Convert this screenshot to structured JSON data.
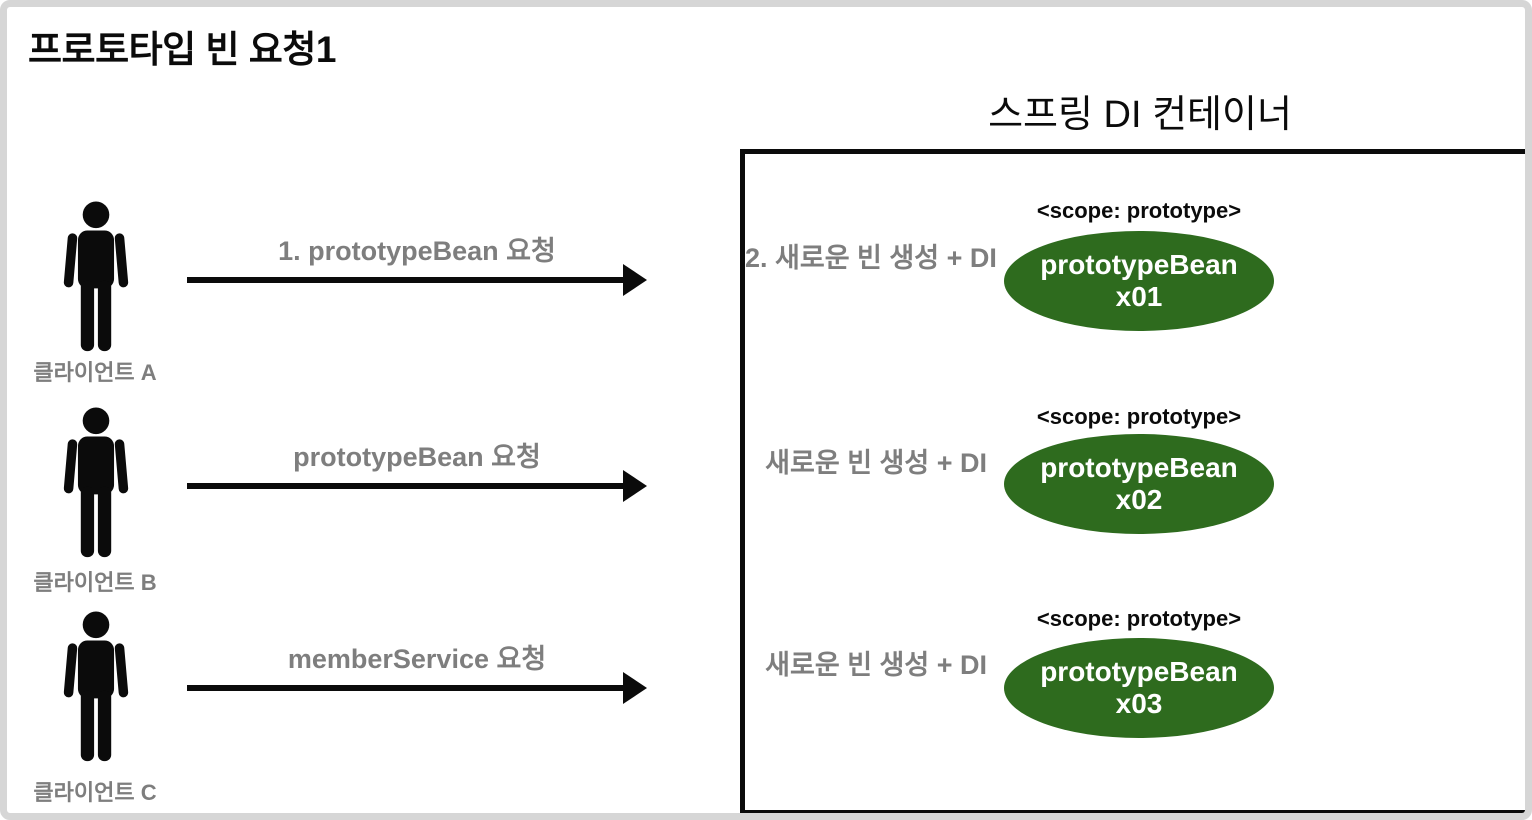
{
  "title": "프로토타입 빈 요청1",
  "container": {
    "title": "스프링 DI 컨테이너"
  },
  "colors": {
    "bean_green": "#2E6B1E",
    "label_gray": "#7E7E7E",
    "frame_gray": "#D6D6D6",
    "ink": "#0B0B0B"
  },
  "rows": [
    {
      "client_label": "클라이언트 A",
      "arrow_label": "1. prototypeBean 요청",
      "creation_label": "2. 새로운 빈 생성 + DI",
      "scope_label": "<scope: prototype>",
      "bean_name": "prototypeBean",
      "bean_instance": "x01"
    },
    {
      "client_label": "클라이언트 B",
      "arrow_label": "prototypeBean 요청",
      "creation_label": "새로운 빈 생성 + DI",
      "scope_label": "<scope: prototype>",
      "bean_name": "prototypeBean",
      "bean_instance": "x02"
    },
    {
      "client_label": "클라이언트 C",
      "arrow_label": "memberService 요청",
      "creation_label": "새로운 빈 생성 + DI",
      "scope_label": "<scope: prototype>",
      "bean_name": "prototypeBean",
      "bean_instance": "x03"
    }
  ]
}
